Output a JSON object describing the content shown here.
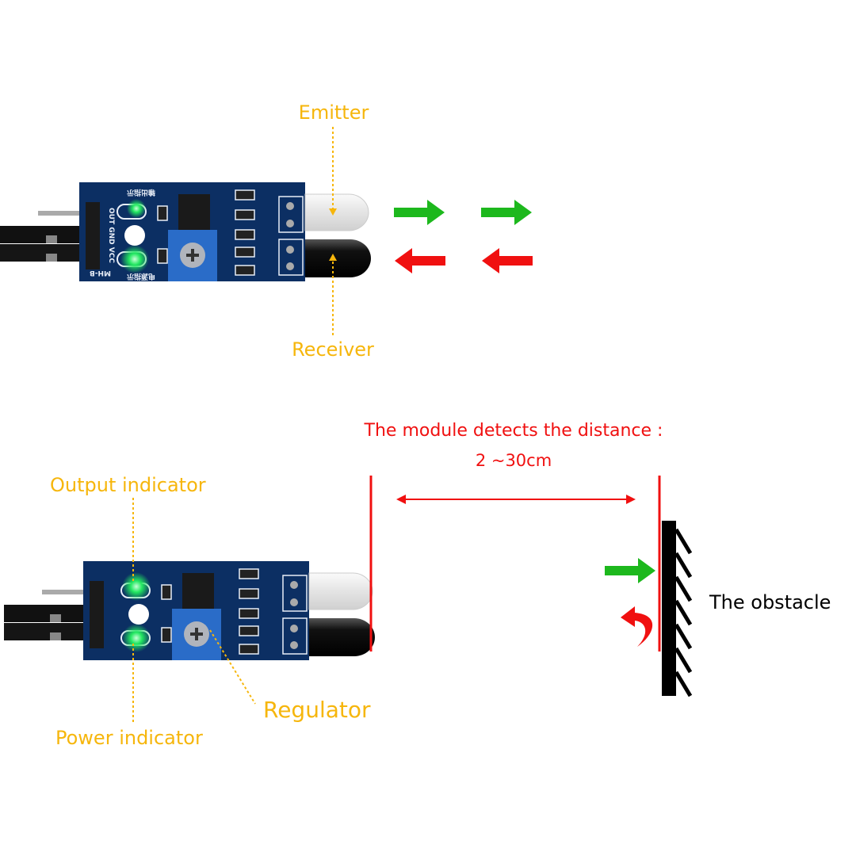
{
  "top_diagram": {
    "emitter_label": "Emitter",
    "receiver_label": "Receiver"
  },
  "bottom_diagram": {
    "distance_title": "The module detects the distance :",
    "distance_range": "2 ~30cm",
    "output_indicator_label": "Output indicator",
    "power_indicator_label": "Power indicator",
    "regulator_label": "Regulator",
    "obstacle_label": "The obstacle"
  },
  "board_silkscreen": {
    "pins": "OUT GND VCC",
    "model": "MH-B",
    "output_indicator_cn": "输出指示",
    "power_indicator_cn": "电源指示"
  },
  "colors": {
    "label": "#f6b60c",
    "emit_arrow": "#1db81d",
    "return_arrow": "#f01010",
    "distance": "#f01010",
    "board": "#0c2f63"
  }
}
